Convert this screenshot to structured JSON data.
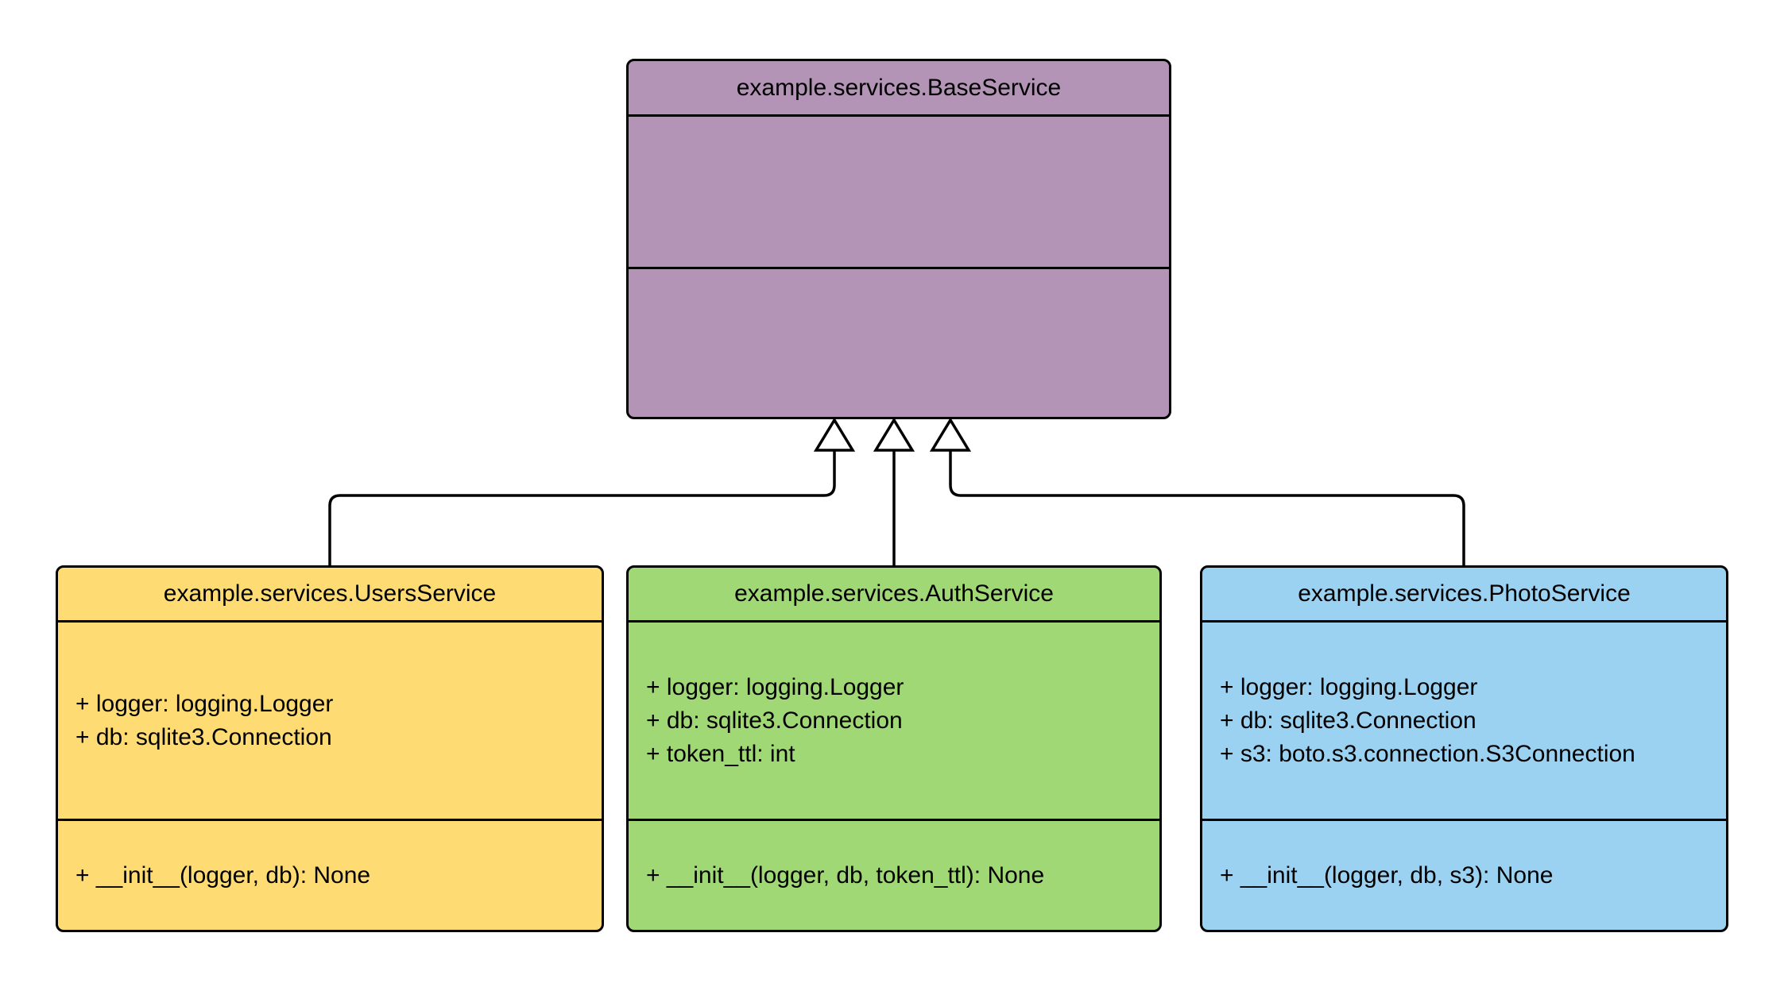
{
  "diagram": {
    "kind": "uml-class-diagram",
    "colors": {
      "background": "#ffffff",
      "border": "#000000",
      "connector": "#000000",
      "arrowhead_fill": "#ffffff"
    }
  },
  "classes": [
    {
      "id": "base",
      "name": "example.services.BaseService",
      "color": "#b394b6",
      "attributes": [],
      "methods": []
    },
    {
      "id": "users",
      "name": "example.services.UsersService",
      "color": "#ffdc73",
      "attributes": [
        "+ logger: logging.Logger",
        "+ db: sqlite3.Connection"
      ],
      "methods": [
        "+ __init__(logger, db): None"
      ]
    },
    {
      "id": "auth",
      "name": "example.services.AuthService",
      "color": "#a1d876",
      "attributes": [
        "+ logger: logging.Logger",
        "+ db: sqlite3.Connection",
        "+ token_ttl: int"
      ],
      "methods": [
        "+ __init__(logger, db, token_ttl): None"
      ]
    },
    {
      "id": "photo",
      "name": "example.services.PhotoService",
      "color": "#9bd2f2",
      "attributes": [
        "+ logger: logging.Logger",
        "+ db: sqlite3.Connection",
        "+ s3: boto.s3.connection.S3Connection"
      ],
      "methods": [
        "+ __init__(logger, db, s3): None"
      ]
    }
  ],
  "relations": [
    {
      "type": "inheritance",
      "from": "example.services.UsersService",
      "to": "example.services.BaseService"
    },
    {
      "type": "inheritance",
      "from": "example.services.AuthService",
      "to": "example.services.BaseService"
    },
    {
      "type": "inheritance",
      "from": "example.services.PhotoService",
      "to": "example.services.BaseService"
    }
  ]
}
